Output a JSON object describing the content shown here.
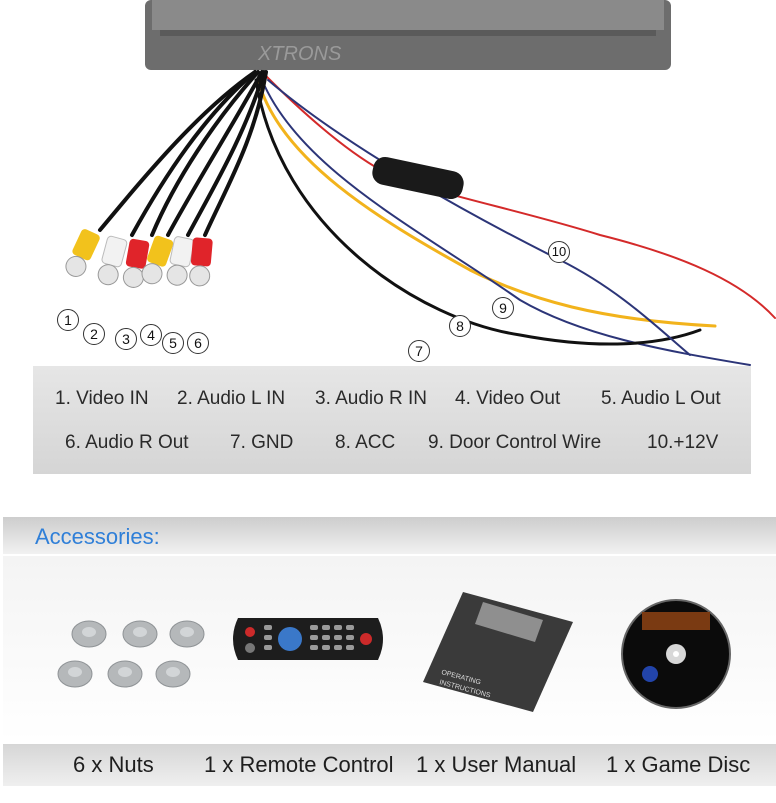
{
  "watermark": "XTRONS",
  "callouts": [
    "1",
    "2",
    "3",
    "4",
    "5",
    "6",
    "7",
    "8",
    "9",
    "10"
  ],
  "legend": {
    "row1": [
      "1. Video IN",
      "2. Audio L IN",
      "3. Audio R IN",
      "4. Video Out",
      "5. Audio L Out"
    ],
    "row2": [
      "6. Audio R Out",
      "7.  GND",
      "8. ACC",
      "9. Door Control Wire",
      "10.+12V"
    ]
  },
  "accessories": {
    "title": "Accessories:",
    "items": [
      "6 x Nuts",
      "1 x Remote Control",
      "1 x User Manual",
      "1 x Game Disc"
    ],
    "manual_cover": [
      "OPERATING",
      "INSTRUCTIONS"
    ]
  },
  "colors": {
    "accent_title": "#2f7fd8",
    "red_wire": "#d42a2a",
    "yellow_wire": "#f2b31c",
    "blue_wire": "#2c3578",
    "black_wire": "#111111"
  }
}
